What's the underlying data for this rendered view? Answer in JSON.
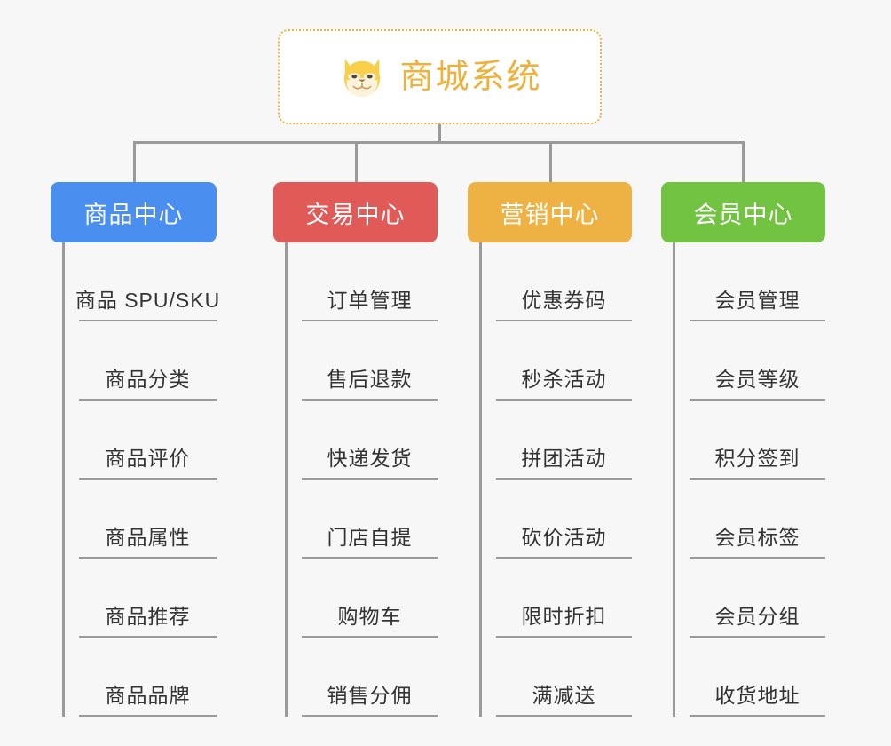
{
  "diagram": {
    "type": "mindmap",
    "background_color": "#f7f7f7",
    "root": {
      "title": "商城系统",
      "logo_icon": "shiba-dog-face-icon",
      "accent_color": "#f0b13a",
      "border_style": "dotted"
    },
    "branches": [
      {
        "label": "商品中心",
        "color": "#4a8ef0",
        "items": [
          "商品 SPU/SKU",
          "商品分类",
          "商品评价",
          "商品属性",
          "商品推荐",
          "商品品牌"
        ]
      },
      {
        "label": "交易中心",
        "color": "#e05a58",
        "items": [
          "订单管理",
          "售后退款",
          "快递发货",
          "门店自提",
          "购物车",
          "销售分佣"
        ]
      },
      {
        "label": "营销中心",
        "color": "#eeb244",
        "items": [
          "优惠券码",
          "秒杀活动",
          "拼团活动",
          "砍价活动",
          "限时折扣",
          "满减送"
        ]
      },
      {
        "label": "会员中心",
        "color": "#73c343",
        "items": [
          "会员管理",
          "会员等级",
          "积分签到",
          "会员标签",
          "会员分组",
          "收货地址"
        ]
      }
    ]
  }
}
